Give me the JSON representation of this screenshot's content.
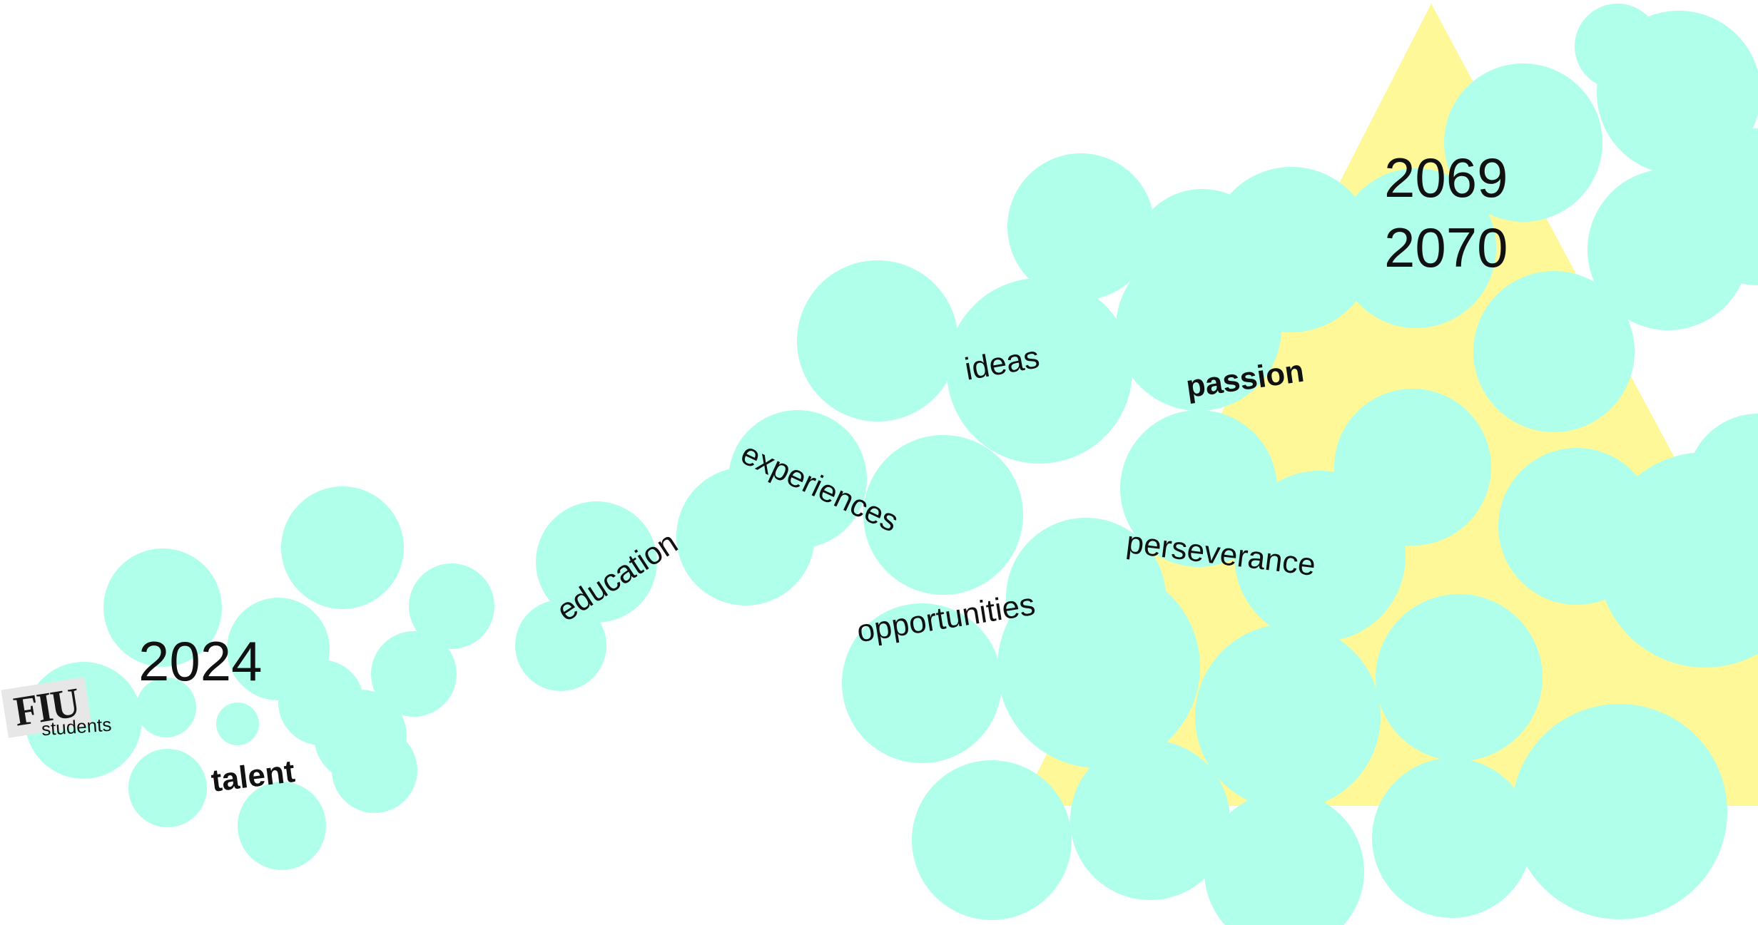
{
  "colors": {
    "bubble": "#b0ffea",
    "triangle": "#fff899",
    "text": "#111111",
    "logo_bg": "#e7e7e7"
  },
  "logo": {
    "text": "FIU"
  },
  "labels": {
    "students": "students",
    "year_start": "2024",
    "talent": "talent",
    "education": "education",
    "experiences": "experiences",
    "ideas": "ideas",
    "opportunities": "opportunities",
    "passion": "passion",
    "perseverance": "perseverance",
    "year_end_1": "2069",
    "year_end_2": "2070"
  }
}
